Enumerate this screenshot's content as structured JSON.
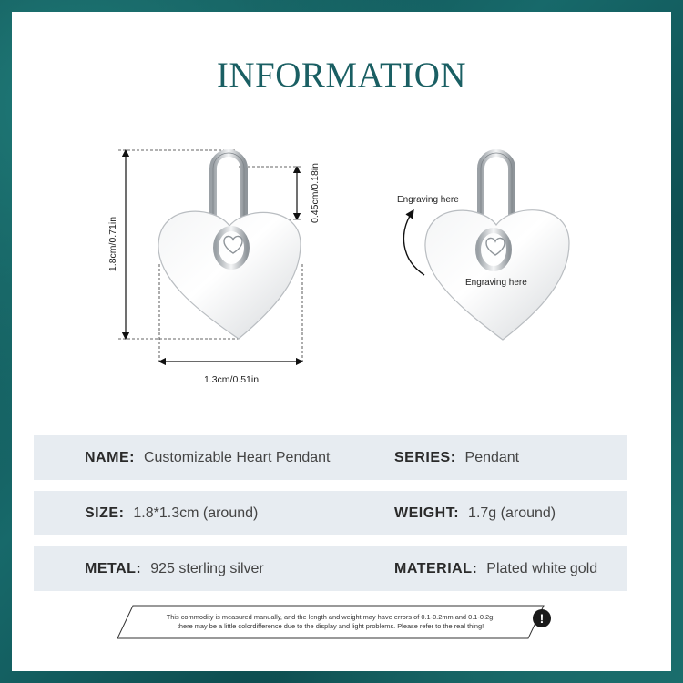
{
  "title": "INFORMATION",
  "dimensions": {
    "height": "1.8cm/0.71in",
    "width": "1.3cm/0.51in",
    "bail": "0.45cm/0.18in"
  },
  "engraving": {
    "back": "Engraving here",
    "front": "Engraving here"
  },
  "specs": {
    "name_label": "NAME:",
    "name_value": "Customizable Heart Pendant",
    "series_label": "SERIES:",
    "series_value": "Pendant",
    "size_label": "SIZE:",
    "size_value": "1.8*1.3cm (around)",
    "weight_label": "WEIGHT:",
    "weight_value": "1.7g (around)",
    "metal_label": "METAL:",
    "metal_value": "925 sterling silver",
    "material_label": "MATERIAL:",
    "material_value": "Plated white gold"
  },
  "disclaimer": {
    "line1": "This commodity is measured manually, and the length and weight may have errors of 0.1-0.2mm and 0.1-0.2g;",
    "line2": "there may be a little colordifference due to the display and light problems. Please refer to the real thing!",
    "icon": "exclamation-icon"
  },
  "colors": {
    "title": "#1a5f63",
    "row_bg": "#e7ecf1",
    "frame": "#0f4f52"
  }
}
